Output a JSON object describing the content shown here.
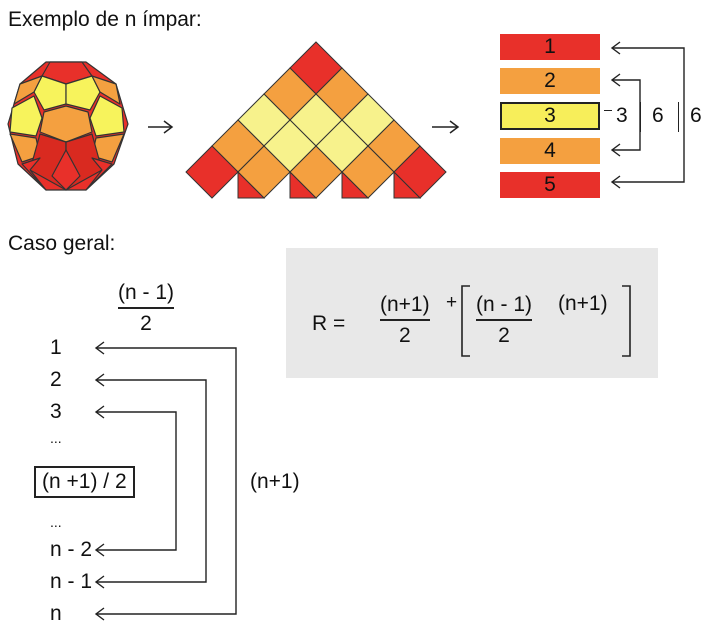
{
  "example": {
    "heading": "Exemplo de n ímpar:",
    "tiles": [
      {
        "label": "1",
        "color": "#e8302a"
      },
      {
        "label": "2",
        "color": "#f4a040"
      },
      {
        "label": "3",
        "color": "#f7ee5a"
      },
      {
        "label": "4",
        "color": "#f4a040"
      },
      {
        "label": "5",
        "color": "#e8302a"
      }
    ],
    "bracket_labels": [
      "3",
      "6",
      "6"
    ],
    "colors": {
      "red": "#e8302a",
      "orange": "#f4a040",
      "yellow": "#f7f35c",
      "light_yellow": "#f7f28c",
      "dark_red": "#d92a20"
    }
  },
  "general": {
    "heading": "Caso geral:",
    "top_fraction": {
      "numerator": "(n - 1)",
      "denominator": "2"
    },
    "list": [
      "1",
      "2",
      "3",
      "...",
      "(n +1) / 2",
      "...",
      "n - 2",
      "n - 1",
      "n"
    ],
    "outer_label": "(n+1)"
  },
  "formula": {
    "lhs": "R =",
    "frac1": {
      "numerator": "(n+1)",
      "denominator": "2"
    },
    "plus": "+",
    "frac2": {
      "numerator": "(n - 1)",
      "denominator": "2"
    },
    "factor": "(n+1)",
    "box_color": "#e8e8e8"
  }
}
